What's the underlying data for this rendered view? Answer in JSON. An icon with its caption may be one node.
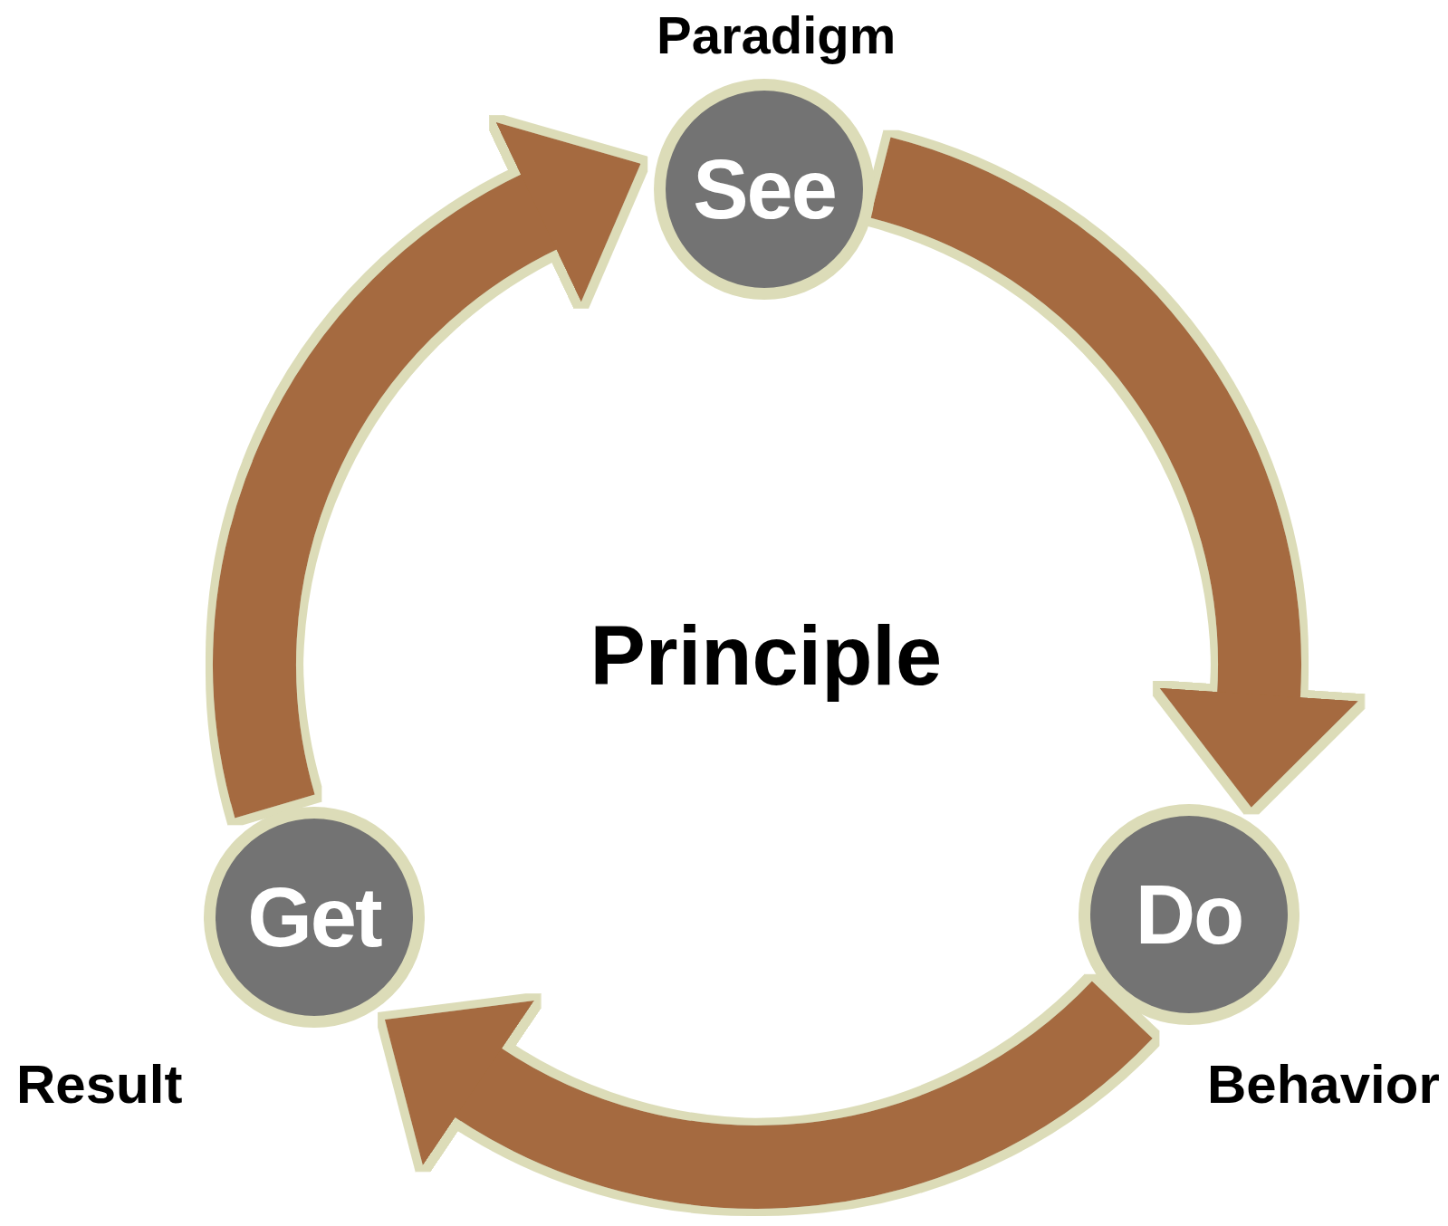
{
  "diagram": {
    "nodes": [
      {
        "text": [
          "See"
        ],
        "beside": [
          "Paradigm"
        ]
      },
      {
        "text": [
          "Do"
        ],
        "beside": [
          "Behavior"
        ]
      },
      {
        "text": [
          "Get"
        ],
        "beside": [
          "Result"
        ]
      }
    ],
    "edges": [
      {
        "from": 0,
        "to": 1,
        "arrow": "to"
      },
      {
        "from": 1,
        "to": 2,
        "arrow": "to"
      },
      {
        "from": 2,
        "to": 0,
        "arrow": "to"
      }
    ],
    "labels": [
      "Principle"
    ]
  }
}
